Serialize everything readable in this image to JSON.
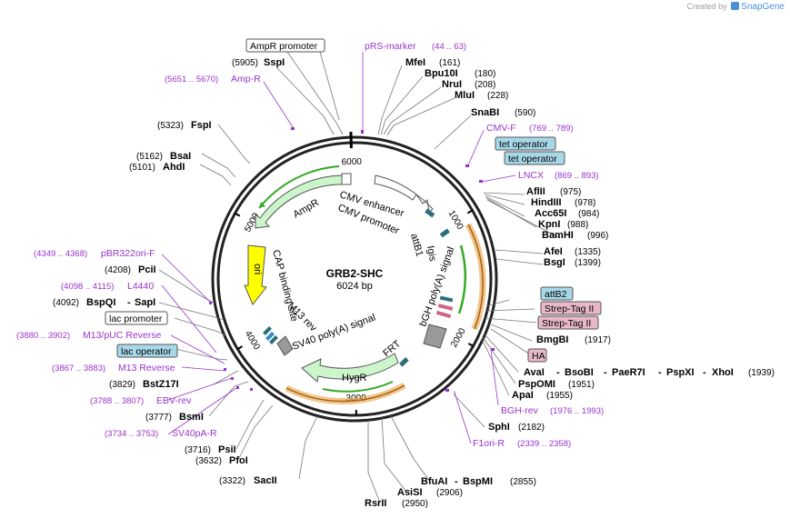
{
  "credit": {
    "prefix": "Created by",
    "brand": "SnapGene"
  },
  "plasmid": {
    "name": "GRB2-SHC",
    "length_label": "6024 bp",
    "total_bp": 6024
  },
  "ticks": [
    {
      "label": "1000",
      "pos": 1000
    },
    {
      "label": "2000",
      "pos": 2000
    },
    {
      "label": "3000",
      "pos": 3000
    },
    {
      "label": "4000",
      "pos": 4000
    },
    {
      "label": "5000",
      "pos": 5000
    },
    {
      "label": "6000",
      "pos": 6000
    }
  ],
  "features": [
    {
      "name": "AmpR",
      "color": "#ccf5cc"
    },
    {
      "name": "ori",
      "color": "#ffff00"
    },
    {
      "name": "CMV enhancer",
      "color": "#ffffff"
    },
    {
      "name": "CMV promoter",
      "color": "#ffffff"
    },
    {
      "name": "attB1",
      "color": "#2b6e77"
    },
    {
      "name": "Igis",
      "color": "#ccf5cc"
    },
    {
      "name": "bGH poly(A) signal",
      "color": "#999999"
    },
    {
      "name": "FRT",
      "color": "#2b6e77"
    },
    {
      "name": "HygR",
      "color": "#ccf5cc"
    },
    {
      "name": "SV40 poly(A) signal",
      "color": "#ffffff"
    },
    {
      "name": "M13 rev",
      "color": "#ffffff"
    },
    {
      "name": "CAP binding site",
      "color": "#ffffff"
    }
  ],
  "labels": {
    "ampr_promoter": "AmpR promoter",
    "prs_marker": "pRS-marker",
    "prs_marker_range": "(44 .. 63)",
    "ssp": "SspI",
    "ssp_pos": "(5905)",
    "amp_r": "Amp-R",
    "amp_r_range": "(5651 .. 5670)",
    "mfe": "MfeI",
    "mfe_pos": "(161)",
    "bpu": "Bpu10I",
    "bpu_pos": "(180)",
    "nru": "NruI",
    "nru_pos": "(208)",
    "mlu": "MluI",
    "mlu_pos": "(228)",
    "snab": "SnaBI",
    "snab_pos": "(590)",
    "cmvf": "CMV-F",
    "cmvf_range": "(769 .. 789)",
    "tet1": "tet operator",
    "tet2": "tet operator",
    "lncx": "LNCX",
    "lncx_range": "(869 .. 893)",
    "afl": "AflII",
    "afl_pos": "(975)",
    "hind": "HindIII",
    "hind_pos": "(978)",
    "acc": "Acc65I",
    "acc_pos": "(984)",
    "kpn": "KpnI",
    "kpn_pos": "(988)",
    "bam": "BamHI",
    "bam_pos": "(996)",
    "afe": "AfeI",
    "afe_pos": "(1335)",
    "bsg": "BsgI",
    "bsg_pos": "(1399)",
    "attb2": "attB2",
    "strep1": "Strep-Tag II",
    "strep2": "Strep-Tag II",
    "bmg": "BmgBI",
    "bmg_pos": "(1917)",
    "ha": "HA",
    "ava": "AvaI",
    "bsob": "BsoBI",
    "pae": "PaeR7I",
    "psp_x": "PspXI",
    "xho": "XhoI",
    "ava_pos": "(1939)",
    "pspo": "PspOMI",
    "pspo_pos": "(1951)",
    "apa": "ApaI",
    "apa_pos": "(1955)",
    "bghrev": "BGH-rev",
    "bghrev_range": "(1976 .. 1993)",
    "sph": "SphI",
    "sph_pos": "(2182)",
    "f1": "F1ori-R",
    "f1_range": "(2339 .. 2358)",
    "bfua": "BfuAI",
    "bspm": "BspMI",
    "bfua_pos": "(2855)",
    "asis": "AsiSI",
    "asis_pos": "(2906)",
    "rsr": "RsrII",
    "rsr_pos": "(2950)",
    "sac": "SacII",
    "sac_pos": "(3322)",
    "pfo": "PfoI",
    "pfo_pos": "(3632)",
    "psi": "PsiI",
    "psi_pos": "(3716)",
    "sv40pa": "SV40pA-R",
    "sv40pa_range": "(3734 .. 3753)",
    "bsm": "BsmI",
    "bsm_pos": "(3777)",
    "ebv": "EBV-rev",
    "ebv_range": "(3788 .. 3807)",
    "bstz": "BstZ17I",
    "bstz_pos": "(3829)",
    "m13r": "M13 Reverse",
    "m13r_range": "(3867 .. 3883)",
    "lacop": "lac operator",
    "m13puc": "M13/pUC Reverse",
    "m13puc_range": "(3880 .. 3902)",
    "lacpro": "lac promoter",
    "bspq": "BspQI",
    "sap": "SapI",
    "bspq_pos": "(4092)",
    "l4440": "L4440",
    "l4440_range": "(4098 .. 4115)",
    "pci": "PciI",
    "pci_pos": "(4208)",
    "pbr": "pBR322ori-F",
    "pbr_range": "(4349 .. 4368)",
    "ahd": "AhdI",
    "ahd_pos": "(5101)",
    "bsa": "BsaI",
    "bsa_pos": "(5162)",
    "fsp": "FspI",
    "fsp_pos": "(5323)",
    "dash": "-"
  },
  "colors": {
    "green_feature": "#ccf5cc",
    "green_orf": "#33aa22",
    "orange_orf": "#e8a040",
    "ori_yellow": "#ffff00",
    "teal": "#2b6e77",
    "primer_purple": "#9932cc",
    "tet_blue": "#a8d8e8",
    "strep_pink": "#e8b8c8"
  }
}
